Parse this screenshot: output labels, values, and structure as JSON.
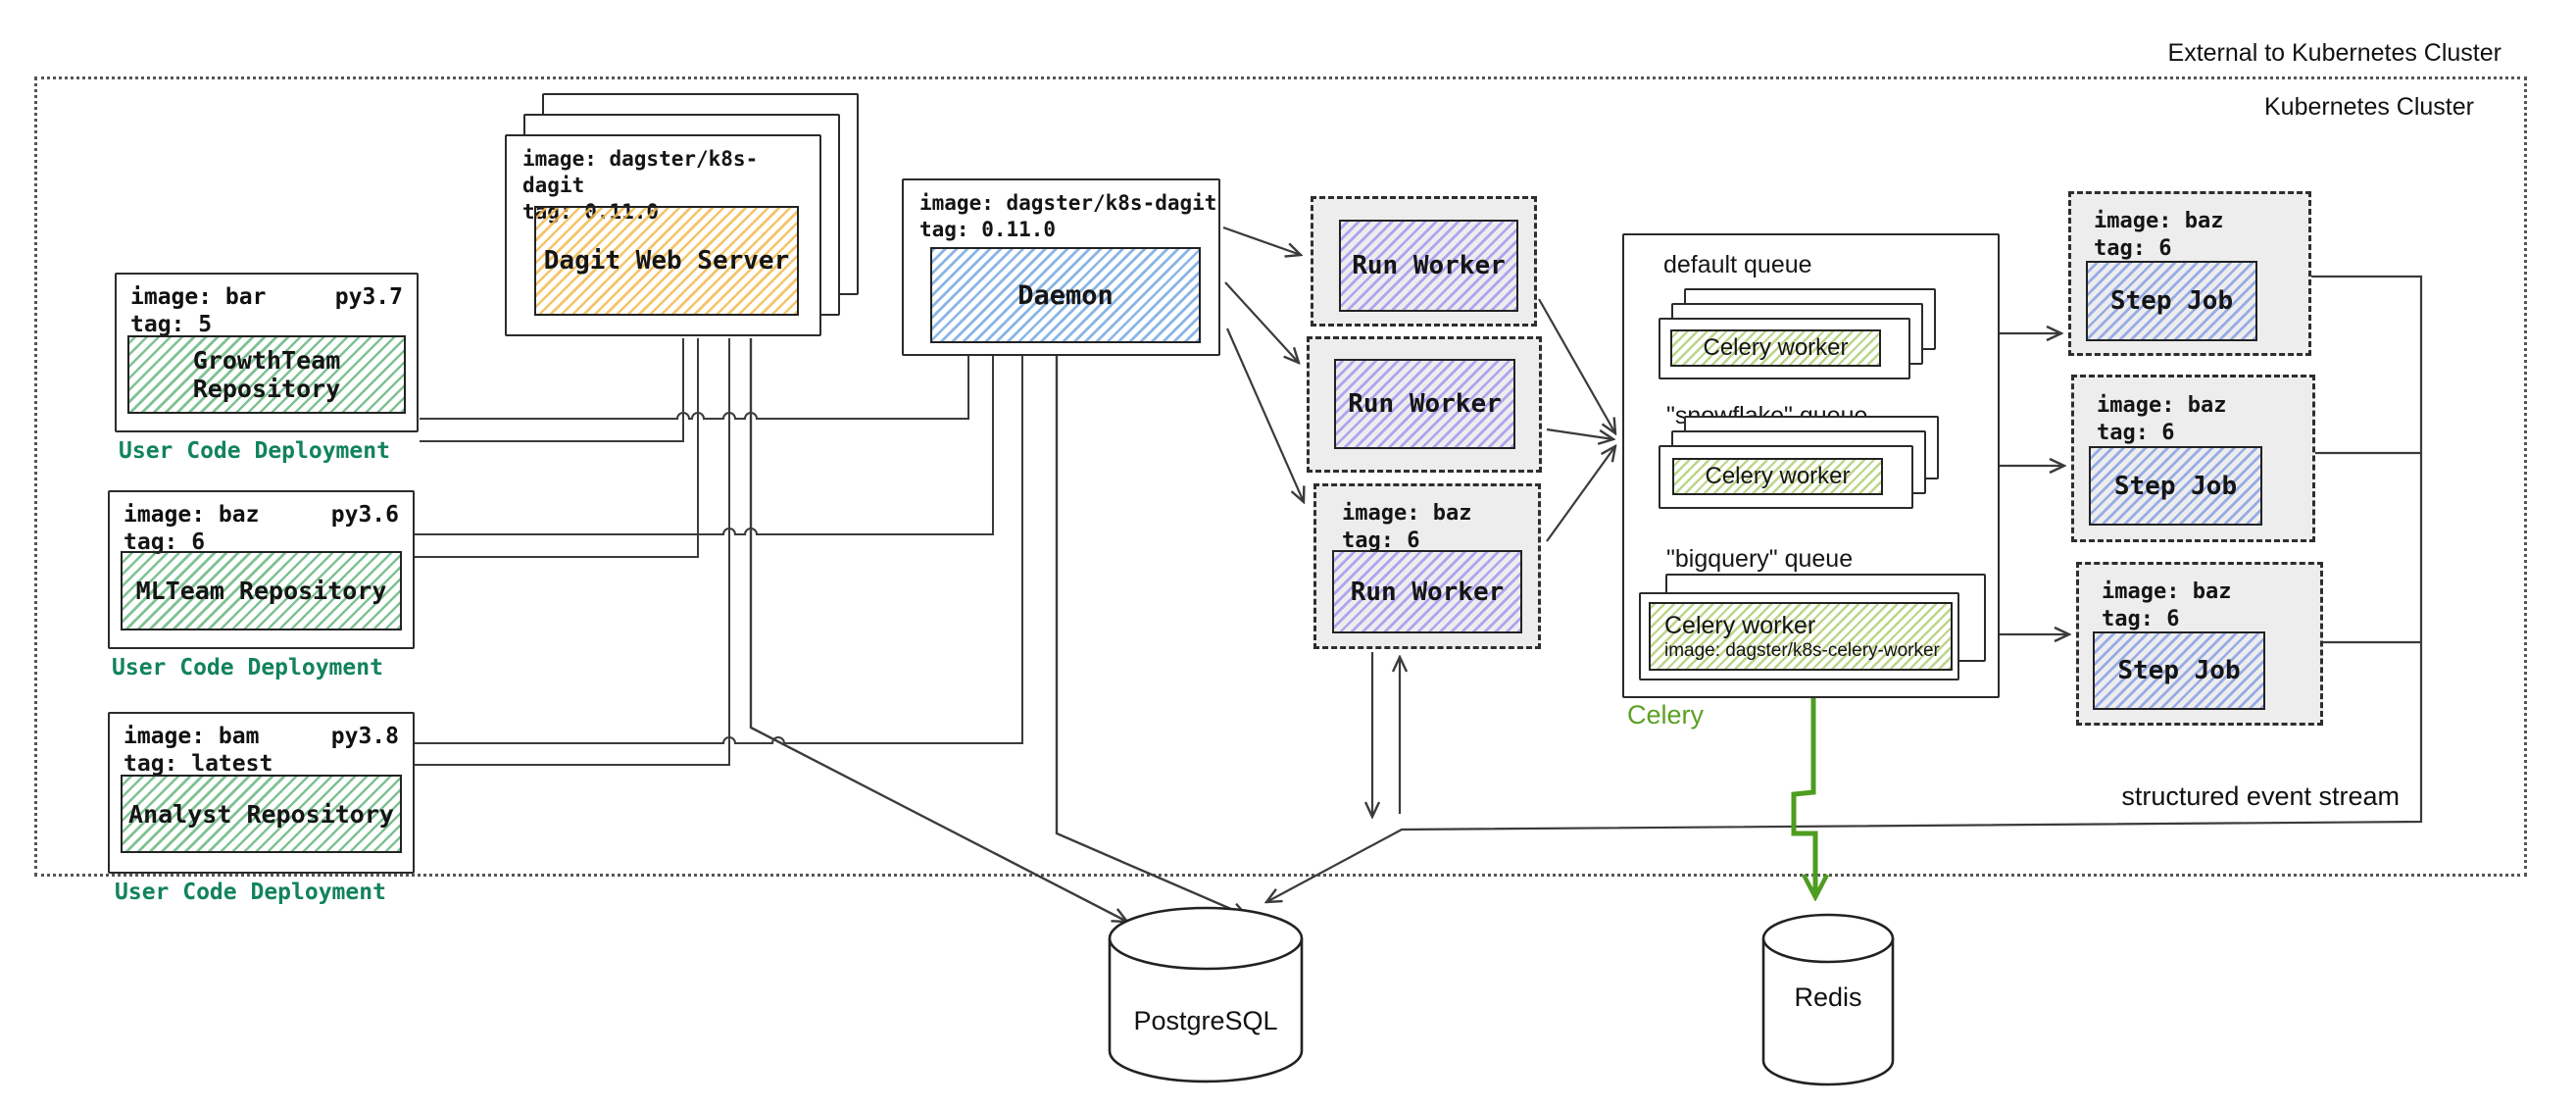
{
  "cluster": {
    "external_label": "External to Kubernetes Cluster",
    "internal_label": "Kubernetes Cluster"
  },
  "user_code_deployments": [
    {
      "image": "image: bar",
      "py": "py3.7",
      "tag": "tag: 5",
      "repo": "GrowthTeam Repository",
      "label": "User Code Deployment"
    },
    {
      "image": "image: baz",
      "py": "py3.6",
      "tag": "tag: 6",
      "repo": "MLTeam Repository",
      "label": "User Code Deployment"
    },
    {
      "image": "image: bam",
      "py": "py3.8",
      "tag": "tag: latest",
      "repo": "Analyst Repository",
      "label": "User Code Deployment"
    }
  ],
  "dagit": {
    "image": "image: dagster/k8s-dagit",
    "tag": "tag: 0.11.0",
    "label": "Dagit Web Server"
  },
  "daemon": {
    "image": "image: dagster/k8s-dagit",
    "tag": "tag: 0.11.0",
    "label": "Daemon"
  },
  "run_workers": [
    {
      "label": "Run Worker"
    },
    {
      "label": "Run Worker"
    },
    {
      "image": "image: baz",
      "tag": "tag: 6",
      "label": "Run Worker"
    }
  ],
  "celery": {
    "label": "Celery",
    "queues": [
      {
        "name": "default queue",
        "worker": "Celery worker"
      },
      {
        "name": "\"snowflake\" queue",
        "worker": "Celery worker"
      },
      {
        "name": "\"bigquery\" queue",
        "worker": "Celery worker",
        "worker_image": "image: dagster/k8s-celery-worker"
      }
    ]
  },
  "step_jobs": [
    {
      "image": "image: baz",
      "tag": "tag: 6",
      "label": "Step Job"
    },
    {
      "image": "image: baz",
      "tag": "tag: 6",
      "label": "Step Job"
    },
    {
      "image": "image: baz",
      "tag": "tag: 6",
      "label": "Step Job"
    }
  ],
  "databases": {
    "postgres": "PostgreSQL",
    "redis": "Redis"
  },
  "annotations": {
    "event_stream": "structured event stream"
  },
  "colors": {
    "user_code_label": "#12835c",
    "celery_label": "#5ba023",
    "repo_hatch": "#60b278",
    "dagit_hatch": "#f3ba4d",
    "daemon_hatch": "#76a8e2",
    "run_worker_hatch": "#a091f0",
    "celery_worker_hatch": "#9ec458",
    "step_job_hatch": "#829be4",
    "wire": "#3b3b3b",
    "redis_wire": "#4e9c20"
  }
}
